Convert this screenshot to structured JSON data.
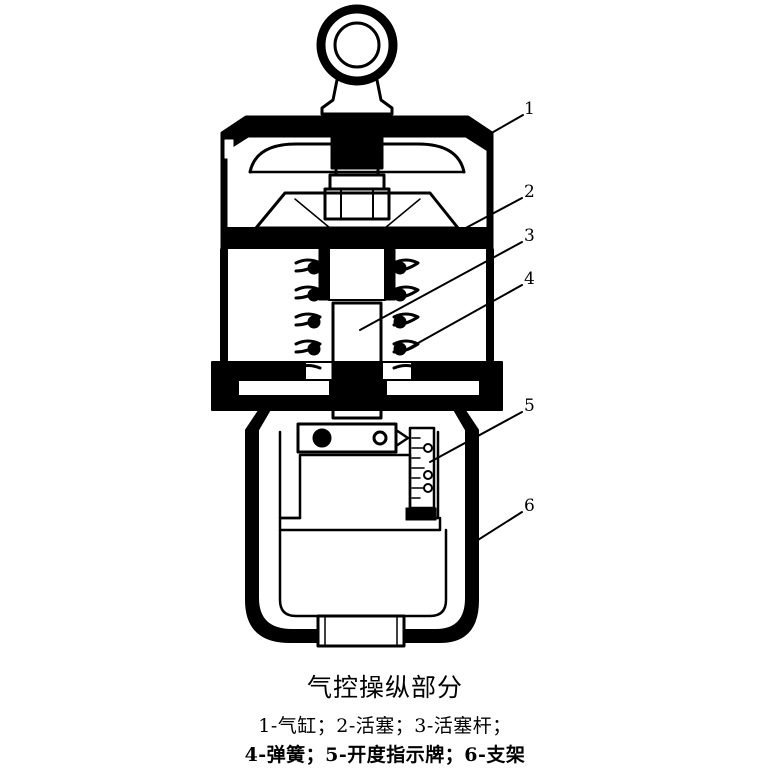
{
  "diagram": {
    "title": "气控操纵部分",
    "caption_line1": "1-气缸；2-活塞；3-活塞杆；",
    "caption_line2": "4-弹簧；5-开度指示牌；6-支架",
    "labels": [
      "1",
      "2",
      "3",
      "4",
      "5",
      "6"
    ]
  }
}
